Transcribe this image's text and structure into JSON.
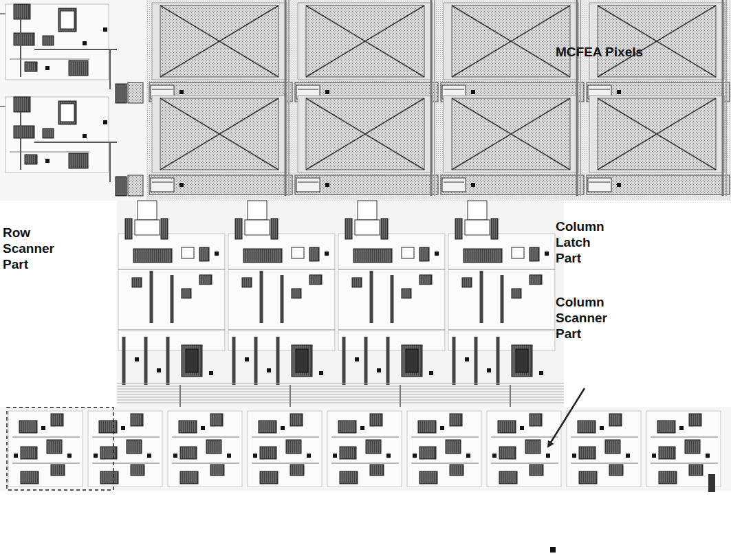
{
  "diagram": {
    "labels": [
      "MCFEA Pixels",
      "Row Scanner Part",
      "Column Latch Part",
      "Column Scanner Part"
    ]
  }
}
